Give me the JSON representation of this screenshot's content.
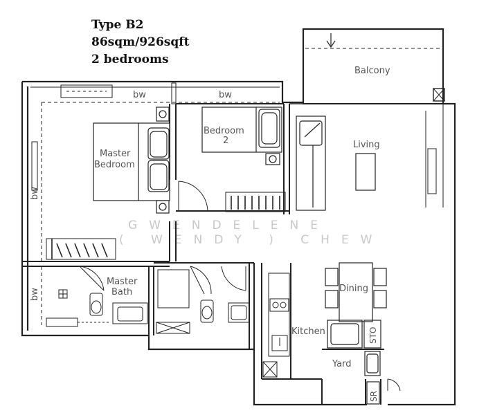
{
  "header": {
    "type": "Type B2",
    "area": "86sqm/926sqft",
    "bedrooms": "2 bedrooms"
  },
  "rooms": {
    "balcony": "Balcony",
    "living": "Living",
    "bedroom2_line1": "Bedroom",
    "bedroom2_line2": "2",
    "master_bedroom_line1": "Master",
    "master_bedroom_line2": "Bedroom",
    "master_bath_line1": "Master",
    "master_bath_line2": "Bath",
    "dining": "Dining",
    "kitchen": "Kitchen",
    "yard": "Yard",
    "sto": "STO",
    "sr": "SR"
  },
  "bay_windows": {
    "top_left": "bw",
    "top_right": "bw",
    "left_upper": "bw",
    "left_lower": "bw"
  },
  "watermark": {
    "line1": "GWENDELENE",
    "line2": "( WENDY ) CHEW"
  }
}
